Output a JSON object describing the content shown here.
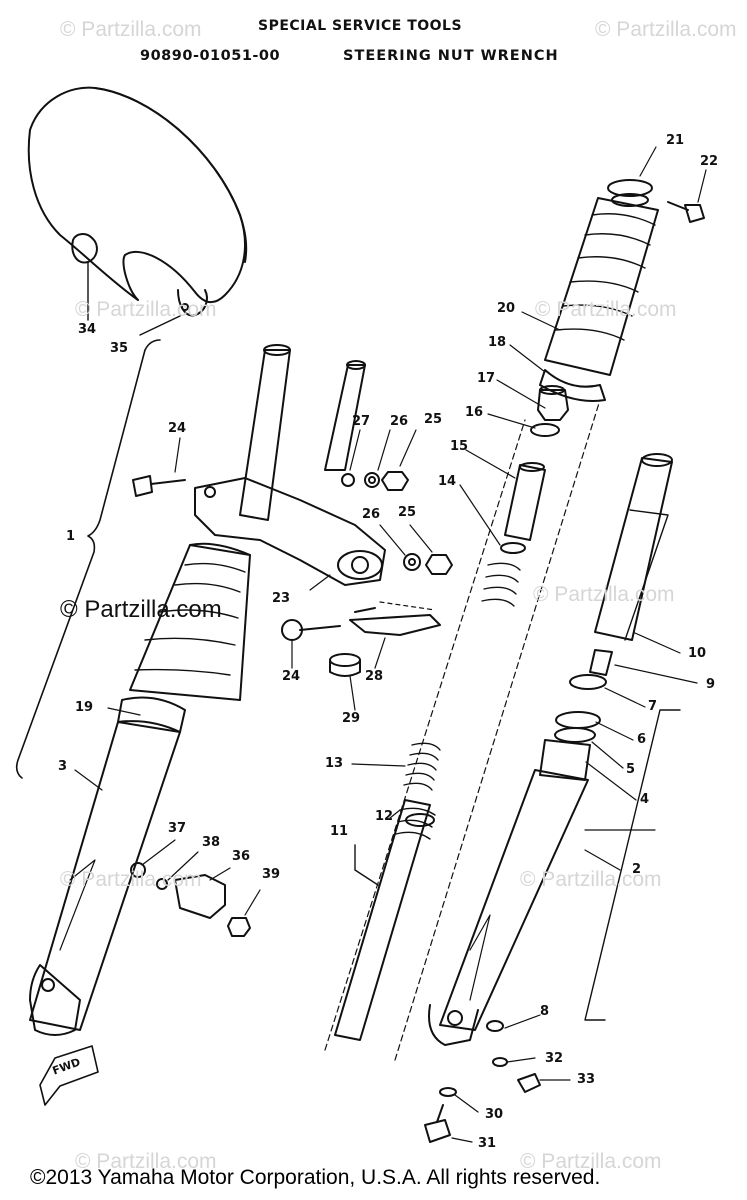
{
  "header": {
    "title": "SPECIAL SERVICE TOOLS",
    "tool_part_number": "90890-01051-00",
    "tool_name": "STEERING NUT WRENCH"
  },
  "watermark": {
    "text": "© Partzilla.com"
  },
  "callouts": [
    "1",
    "2",
    "3",
    "4",
    "5",
    "6",
    "7",
    "8",
    "9",
    "10",
    "11",
    "12",
    "13",
    "14",
    "15",
    "16",
    "17",
    "18",
    "19",
    "20",
    "21",
    "22",
    "23",
    "24",
    "24",
    "25",
    "25",
    "26",
    "26",
    "27",
    "28",
    "29",
    "30",
    "31",
    "32",
    "33",
    "34",
    "35",
    "36",
    "37",
    "38",
    "39"
  ],
  "fwd_label": "FWD",
  "copyright": "©2013  Yamaha Motor Corporation, U.S.A. All rights reserved."
}
